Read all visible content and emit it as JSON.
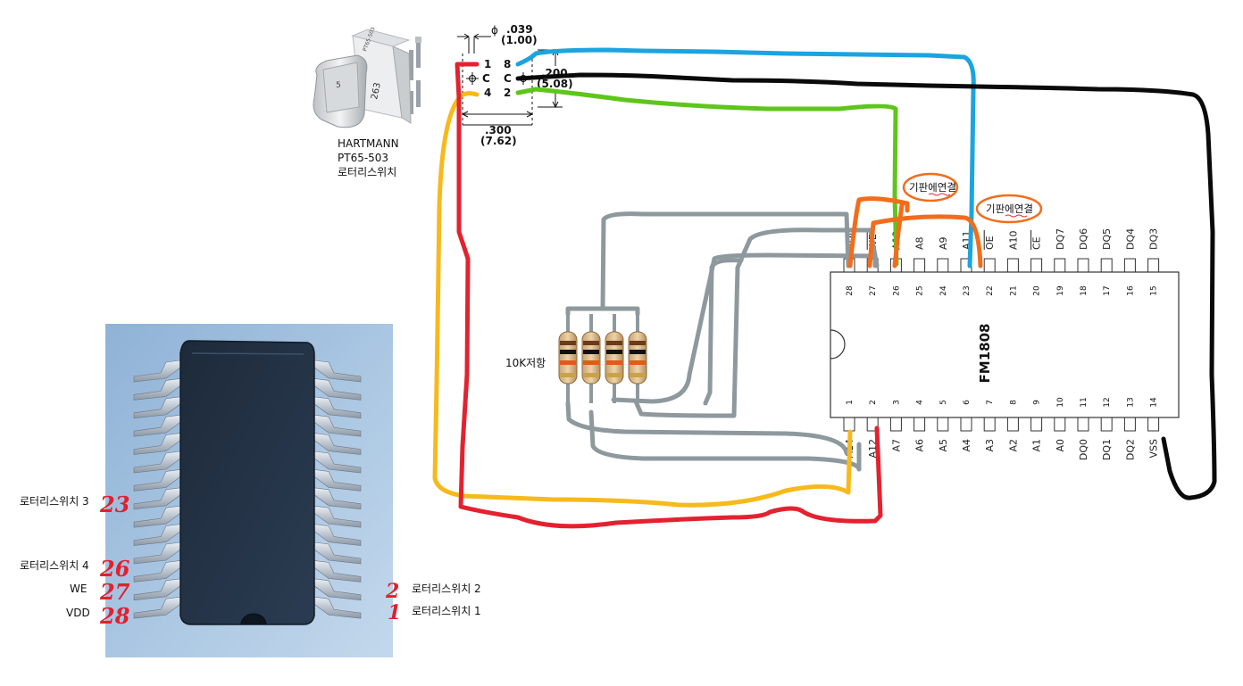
{
  "switch": {
    "caption_brand": "HARTMANN",
    "caption_model": "PT65-503",
    "caption_name": "로터리스위치",
    "photo_label_side": "263",
    "photo_label_top": "PT65-503",
    "photo_label_dial": "5"
  },
  "dimensions": {
    "hole_dia_in": ".039",
    "hole_dia_mm": "(1.00)",
    "pitch_in": ".200",
    "pitch_mm": "(5.08)",
    "row_in": ".300",
    "row_mm": "(7.62)",
    "phi": "ϕ"
  },
  "switch_pins": {
    "p1": "1",
    "p8": "8",
    "pc_left": "C",
    "pc_right": "C",
    "p4": "4",
    "p2": "2"
  },
  "chip": {
    "name": "FM1808",
    "top_pin_numbers": [
      "28",
      "27",
      "26",
      "25",
      "24",
      "23",
      "22",
      "21",
      "20",
      "19",
      "18",
      "17",
      "16",
      "15"
    ],
    "top_pin_labels": [
      "VDD",
      "WE",
      "A13",
      "A8",
      "A9",
      "A11",
      "OE",
      "A10",
      "CE",
      "DQ7",
      "DQ6",
      "DQ5",
      "DQ4",
      "DQ3"
    ],
    "bottom_pin_numbers": [
      "1",
      "2",
      "3",
      "4",
      "5",
      "6",
      "7",
      "8",
      "9",
      "10",
      "11",
      "12",
      "13",
      "14"
    ],
    "bottom_pin_labels": [
      "A14",
      "A12",
      "A7",
      "A6",
      "A5",
      "A4",
      "A3",
      "A2",
      "A1",
      "A0",
      "DQ0",
      "DQ1",
      "DQ2",
      "VSS"
    ]
  },
  "notes": {
    "board_connect_1": "기판에연결",
    "board_connect_2": "기판에연결",
    "resistor": "10K저항"
  },
  "photo_annotations": {
    "left": [
      {
        "label": "로터리스위치 3",
        "number": "23"
      },
      {
        "label": "로터리스위치 4",
        "number": "26"
      },
      {
        "label": "WE",
        "number": "27"
      },
      {
        "label": "VDD",
        "number": "28"
      }
    ],
    "right": [
      {
        "label": "로터리스위치 2",
        "number": "2"
      },
      {
        "label": "로터리스위치 1",
        "number": "1"
      }
    ]
  },
  "colors": {
    "red_wire": "#e32230",
    "yellow_wire": "#f7b91b",
    "blue_wire": "#1ba4e0",
    "black_wire": "#0a0a0a",
    "green_wire": "#5ec61a",
    "gray_wire": "#8e999e",
    "orange_mark": "#f26d1b",
    "handwriting": "#e0212e"
  }
}
